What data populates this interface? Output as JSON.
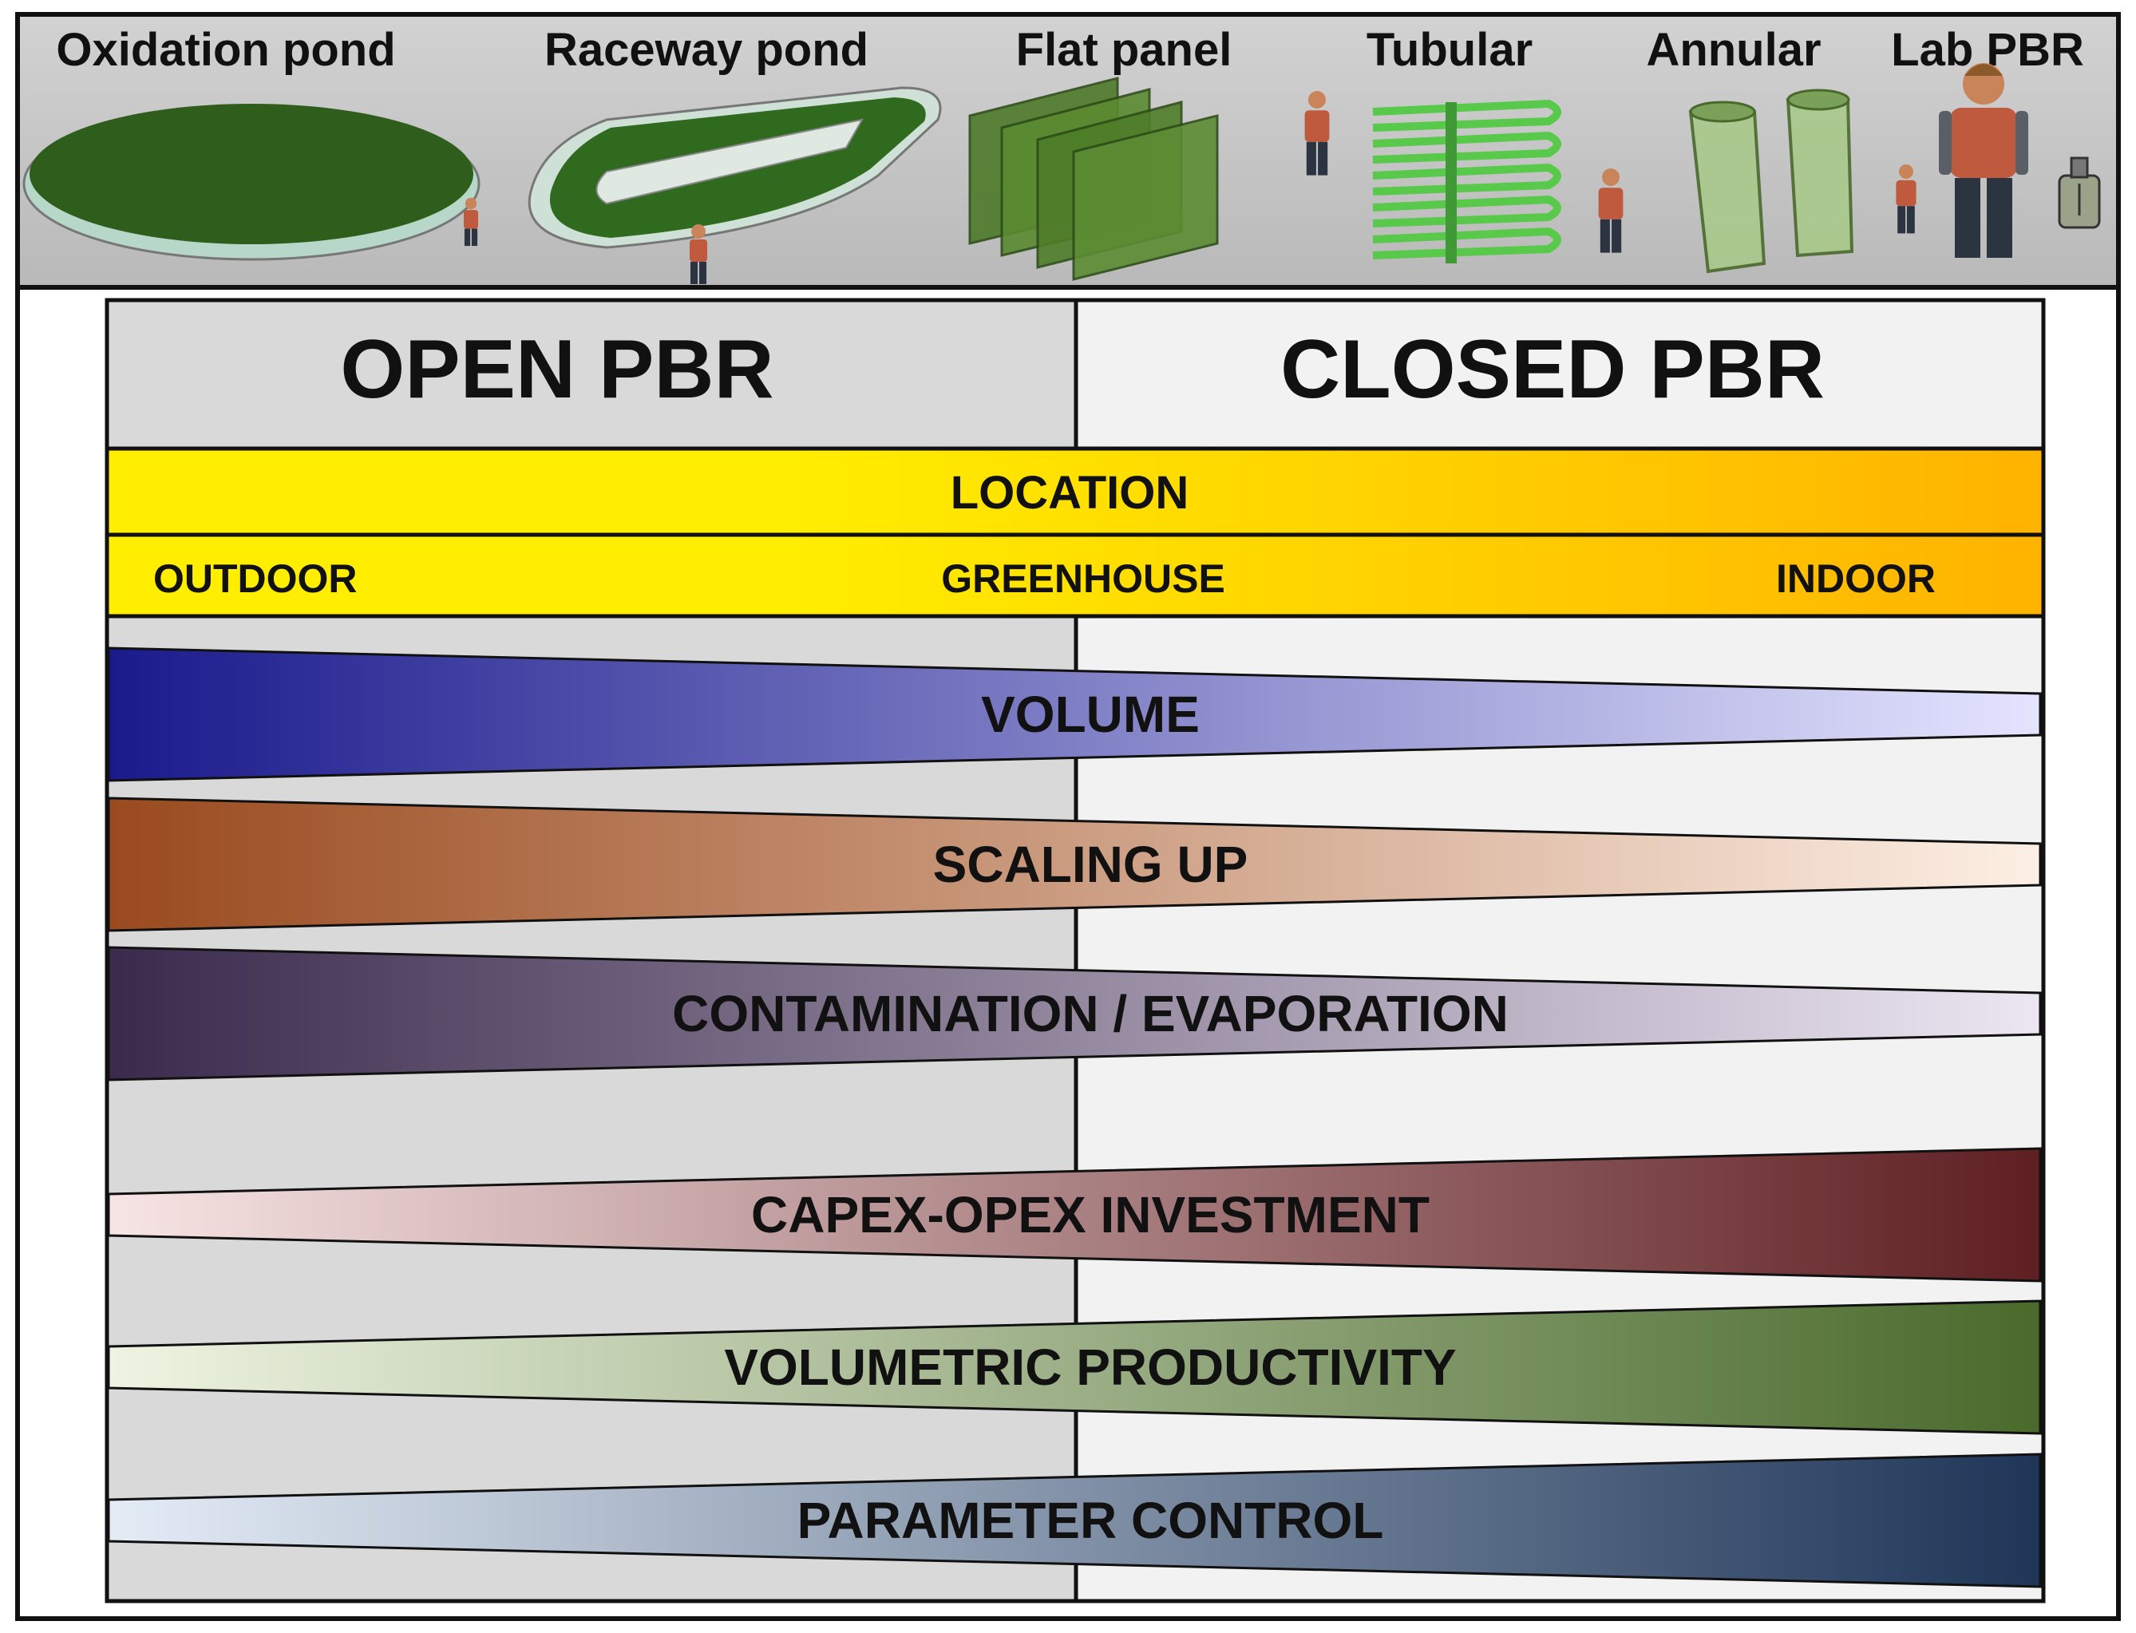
{
  "bioreactor_types": [
    {
      "label": "Oxidation pond",
      "icon": "oxidation-pond-illustration"
    },
    {
      "label": "Raceway pond",
      "icon": "raceway-pond-illustration"
    },
    {
      "label": "Flat panel",
      "icon": "flat-panel-illustration"
    },
    {
      "label": "Tubular",
      "icon": "tubular-illustration"
    },
    {
      "label": "Annular",
      "icon": "annular-illustration"
    },
    {
      "label": "Lab PBR",
      "icon": "lab-pbr-illustration"
    }
  ],
  "columns": {
    "open": "OPEN PBR",
    "closed": "CLOSED PBR"
  },
  "location": {
    "title": "LOCATION",
    "outdoor": "OUTDOOR",
    "greenhouse": "GREENHOUSE",
    "indoor": "INDOOR",
    "colors": {
      "start": "#ffee00",
      "end": "#ffb300"
    }
  },
  "trends": [
    {
      "label": "VOLUME",
      "direction": "decreasing",
      "color_strong": "#1a1a8c",
      "color_light": "#e4e4ff"
    },
    {
      "label": "SCALING UP",
      "direction": "decreasing",
      "color_strong": "#9a4a1e",
      "color_light": "#fdefe4"
    },
    {
      "label": "CONTAMINATION / EVAPORATION",
      "direction": "decreasing",
      "color_strong": "#3b2a4c",
      "color_light": "#ece6f2"
    },
    {
      "label": "CAPEX-OPEX INVESTMENT",
      "direction": "increasing",
      "color_strong": "#5e1f22",
      "color_light": "#f7e4e4"
    },
    {
      "label": "VOLUMETRIC PRODUCTIVITY",
      "direction": "increasing",
      "color_strong": "#4a6a2c",
      "color_light": "#eef4e2"
    },
    {
      "label": "PARAMETER CONTROL",
      "direction": "increasing",
      "color_strong": "#1f3658",
      "color_light": "#e4ecf6"
    }
  ]
}
